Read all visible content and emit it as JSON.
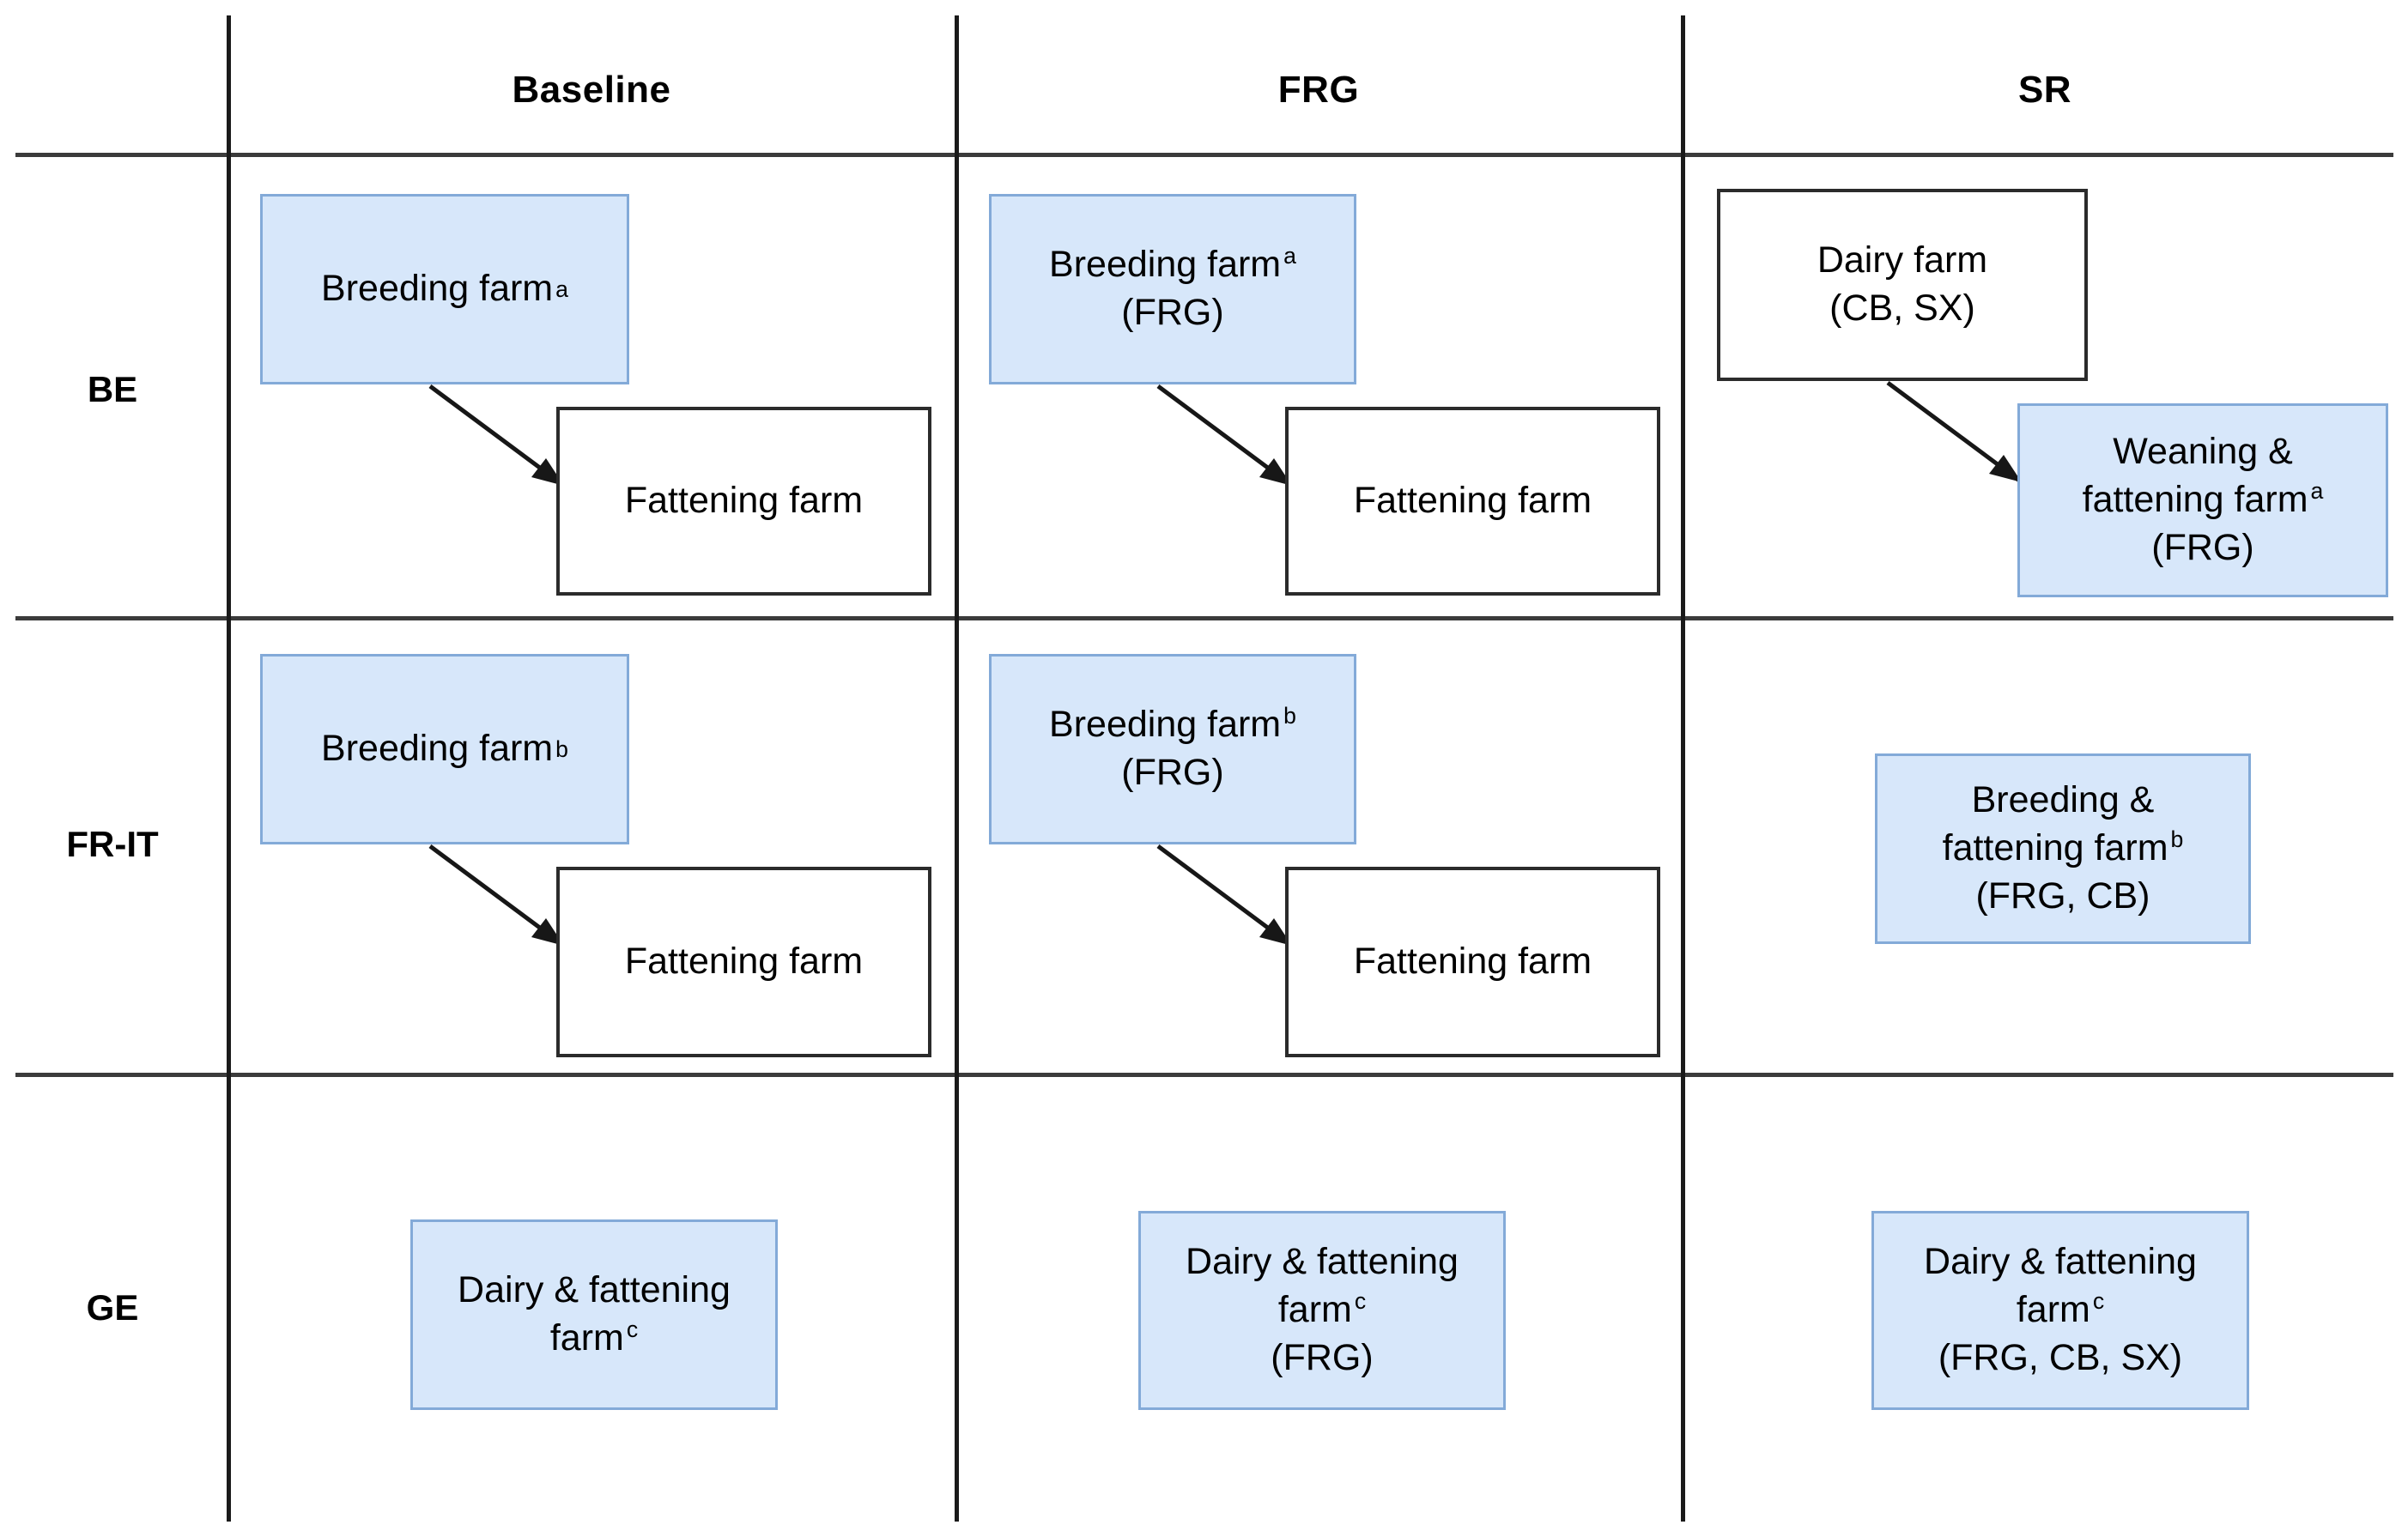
{
  "diagram": {
    "type": "matrix-flow-diagram",
    "columns": [
      {
        "id": "baseline",
        "label": "Baseline"
      },
      {
        "id": "frg",
        "label": "FRG"
      },
      {
        "id": "sr",
        "label": "SR"
      }
    ],
    "rows": [
      {
        "id": "be",
        "label": "BE"
      },
      {
        "id": "fr-it",
        "label": "FR-IT"
      },
      {
        "id": "ge",
        "label": "GE"
      }
    ],
    "colors": {
      "highlight_fill": "#d7e7fa",
      "highlight_border": "#83aad8",
      "plain_fill": "#ffffff",
      "plain_border": "#2b2b2b",
      "rule": "#3b3b3b",
      "text": "#000000"
    },
    "cells": {
      "be_baseline": {
        "nodes": [
          {
            "id": "n1",
            "style": "blue",
            "lines": [
              "Breeding farm"
            ],
            "sup": "a"
          },
          {
            "id": "n2",
            "style": "white",
            "lines": [
              "Fattening farm"
            ],
            "sup": ""
          }
        ],
        "arrows": [
          {
            "from": "n1",
            "to": "n2"
          }
        ]
      },
      "be_frg": {
        "nodes": [
          {
            "id": "n1",
            "style": "blue",
            "lines": [
              "Breeding farm",
              "(FRG)"
            ],
            "sup": "a"
          },
          {
            "id": "n2",
            "style": "white",
            "lines": [
              "Fattening farm"
            ],
            "sup": ""
          }
        ],
        "arrows": [
          {
            "from": "n1",
            "to": "n2"
          }
        ]
      },
      "be_sr": {
        "nodes": [
          {
            "id": "n1",
            "style": "white",
            "lines": [
              "Dairy farm",
              "(CB, SX)"
            ],
            "sup": ""
          },
          {
            "id": "n2",
            "style": "blue",
            "lines": [
              "Weaning &",
              "fattening farm",
              "(FRG)"
            ],
            "sup": "a"
          }
        ],
        "arrows": [
          {
            "from": "n1",
            "to": "n2"
          }
        ]
      },
      "frit_baseline": {
        "nodes": [
          {
            "id": "n1",
            "style": "blue",
            "lines": [
              "Breeding farm"
            ],
            "sup": "b"
          },
          {
            "id": "n2",
            "style": "white",
            "lines": [
              "Fattening farm"
            ],
            "sup": ""
          }
        ],
        "arrows": [
          {
            "from": "n1",
            "to": "n2"
          }
        ]
      },
      "frit_frg": {
        "nodes": [
          {
            "id": "n1",
            "style": "blue",
            "lines": [
              "Breeding farm",
              "(FRG)"
            ],
            "sup": "b"
          },
          {
            "id": "n2",
            "style": "white",
            "lines": [
              "Fattening farm"
            ],
            "sup": ""
          }
        ],
        "arrows": [
          {
            "from": "n1",
            "to": "n2"
          }
        ]
      },
      "frit_sr": {
        "nodes": [
          {
            "id": "n1",
            "style": "blue",
            "lines": [
              "Breeding &",
              "fattening farm",
              "(FRG, CB)"
            ],
            "sup": "b"
          }
        ],
        "arrows": []
      },
      "ge_baseline": {
        "nodes": [
          {
            "id": "n1",
            "style": "blue",
            "lines": [
              "Dairy & fattening",
              "farm"
            ],
            "sup": "c"
          }
        ],
        "arrows": []
      },
      "ge_frg": {
        "nodes": [
          {
            "id": "n1",
            "style": "blue",
            "lines": [
              "Dairy & fattening",
              "farm",
              "(FRG)"
            ],
            "sup": "c"
          }
        ],
        "arrows": []
      },
      "ge_sr": {
        "nodes": [
          {
            "id": "n1",
            "style": "blue",
            "lines": [
              "Dairy & fattening",
              "farm",
              "(FRG, CB, SX)"
            ],
            "sup": "c"
          }
        ],
        "arrows": []
      }
    },
    "text": {
      "breeding_farm": "Breeding farm",
      "fattening_farm": "Fattening farm",
      "dairy_farm": "Dairy farm",
      "weaning_fattening_farm": "Weaning &",
      "sup_a": "a",
      "sup_b": "b",
      "sup_c": "c",
      "frg_paren": "(FRG)",
      "cb_sx_paren": "(CB, SX)",
      "frg_cb_paren": "(FRG, CB)",
      "frg_cb_sx_paren": "(FRG, CB, SX)"
    }
  }
}
